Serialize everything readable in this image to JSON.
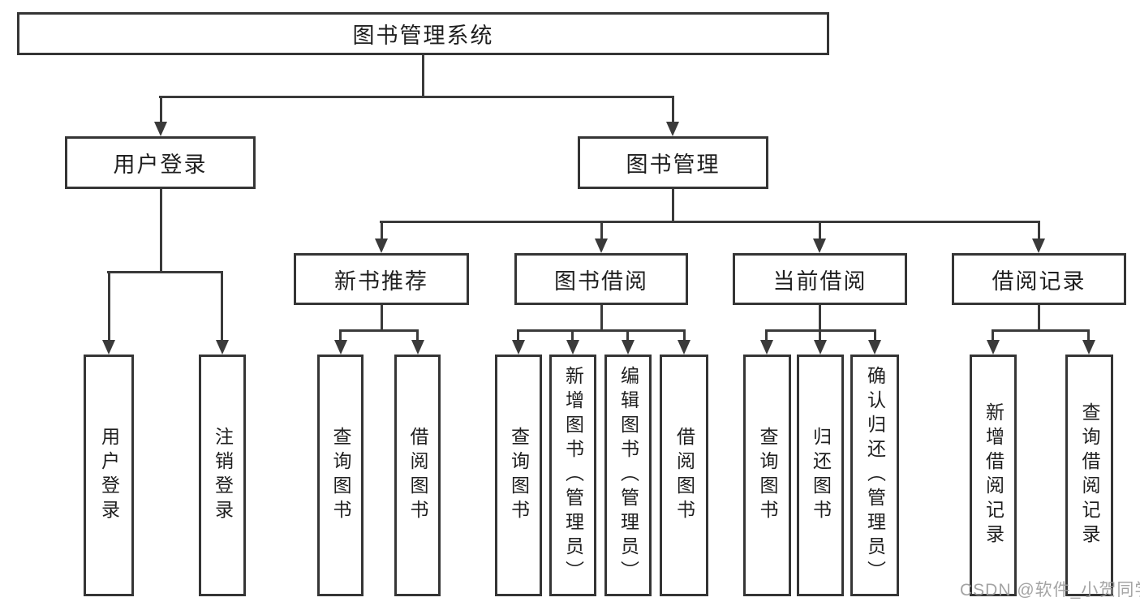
{
  "diagram": {
    "title": "图书管理系统",
    "level1": [
      {
        "id": "user-login",
        "label": "用户登录"
      },
      {
        "id": "book-management",
        "label": "图书管理"
      }
    ],
    "level2": [
      {
        "id": "new-book-recommend",
        "label": "新书推荐"
      },
      {
        "id": "book-borrowing",
        "label": "图书借阅"
      },
      {
        "id": "current-borrowing",
        "label": "当前借阅"
      },
      {
        "id": "borrowing-records",
        "label": "借阅记录"
      }
    ],
    "leaves": {
      "user_login": [
        "用户登录",
        "注销登录"
      ],
      "new_book_recommend": [
        "查询图书",
        "借阅图书"
      ],
      "book_borrowing": [
        "查询图书",
        "新增图书（管理员）",
        "编辑图书（管理员）",
        "借阅图书"
      ],
      "current_borrowing": [
        "查询图书",
        "归还图书",
        "确认归还（管理员）"
      ],
      "borrowing_records": [
        "新增借阅记录",
        "查询借阅记录"
      ]
    }
  },
  "watermark": "CSDN @软件_小贺同学",
  "colors": {
    "line": "#3a3a3a",
    "border": "#353535",
    "text": "#1f1f1f",
    "watermark": "#9b9b9b",
    "background": "#ffffff"
  }
}
